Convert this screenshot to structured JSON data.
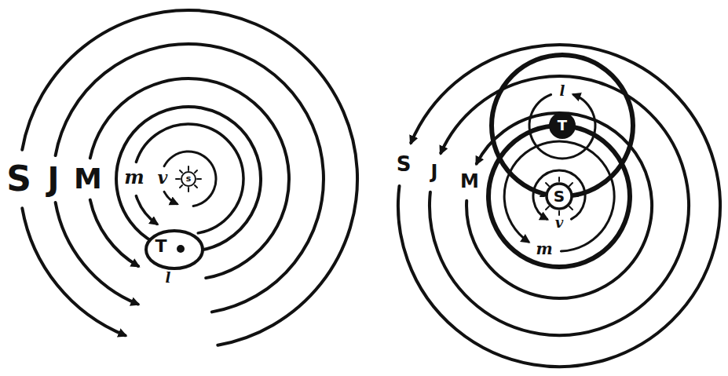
{
  "diagram": {
    "labels": [
      "S",
      "J",
      "M",
      "m",
      "v",
      "s",
      "T",
      "l",
      "l",
      "T",
      "S",
      "J",
      "M",
      "S",
      "v",
      "m"
    ]
  }
}
